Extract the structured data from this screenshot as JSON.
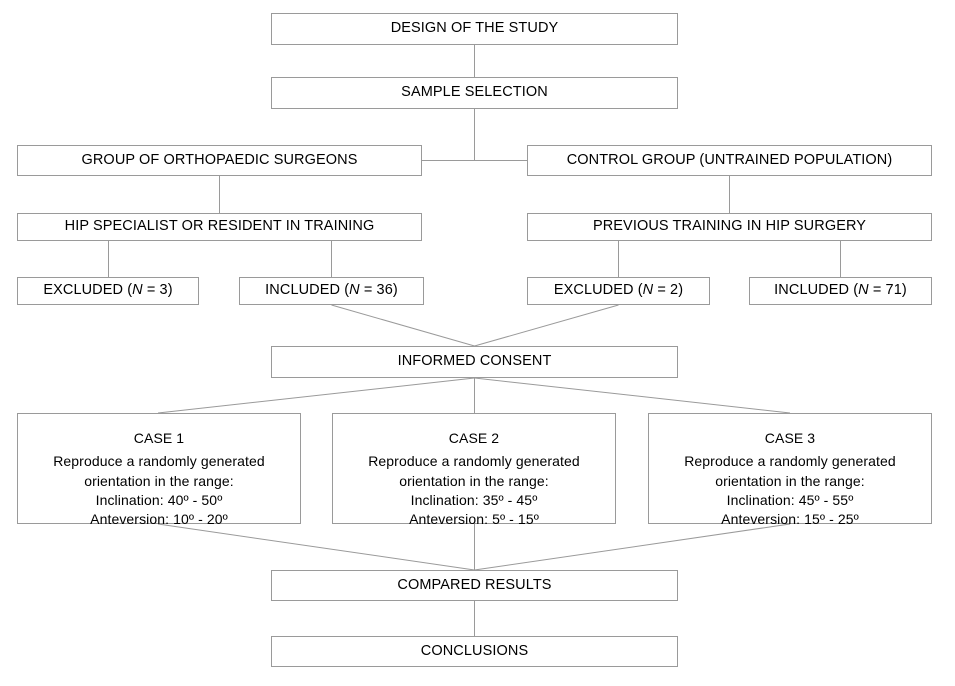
{
  "diagram": {
    "title": "Study design flowchart",
    "type": "flowchart",
    "style": {
      "box_border_color": "#9a9a9a",
      "connector_color": "#9a9a9a",
      "text_color": "#000000",
      "background": "#ffffff"
    },
    "nodes": {
      "design": {
        "label": "DESIGN OF THE STUDY"
      },
      "sample": {
        "label": "SAMPLE SELECTION"
      },
      "group_surgeons": {
        "label": "GROUP OF ORTHOPAEDIC SURGEONS"
      },
      "control_group": {
        "label": "CONTROL GROUP (UNTRAINED POPULATION)"
      },
      "hip_specialist": {
        "label": "HIP SPECIALIST OR RESIDENT IN TRAINING"
      },
      "previous_training": {
        "label": "PREVIOUS TRAINING IN HIP SURGERY"
      },
      "excluded_left": {
        "prefix": "EXCLUDED (",
        "n_symbol": "N",
        "suffix": " = 3)",
        "n_value": 3
      },
      "included_left": {
        "prefix": "INCLUDED (",
        "n_symbol": "N",
        "suffix": " = 36)",
        "n_value": 36
      },
      "excluded_right": {
        "prefix": "EXCLUDED (",
        "n_symbol": "N",
        "suffix": " = 2)",
        "n_value": 2
      },
      "included_right": {
        "prefix": "INCLUDED (",
        "n_symbol": "N",
        "suffix": " = 71)",
        "n_value": 71
      },
      "informed_consent": {
        "label": "INFORMED CONSENT"
      },
      "case1": {
        "title": "CASE 1",
        "line1": "Reproduce a randomly generated",
        "line2": "orientation in the range:",
        "inclination": "Inclination: 40º - 50º",
        "anteversion": "Anteversion: 10º - 20º",
        "inclination_range": [
          40,
          50
        ],
        "anteversion_range": [
          10,
          20
        ]
      },
      "case2": {
        "title": "CASE 2",
        "line1": "Reproduce a randomly generated",
        "line2": "orientation in the range:",
        "inclination": "Inclination: 35º - 45º",
        "anteversion": "Anteversion: 5º - 15º",
        "inclination_range": [
          35,
          45
        ],
        "anteversion_range": [
          5,
          15
        ]
      },
      "case3": {
        "title": "CASE 3",
        "line1": "Reproduce a randomly generated",
        "line2": "orientation in the range:",
        "inclination": "Inclination: 45º - 55º",
        "anteversion": "Anteversion: 15º - 25º",
        "inclination_range": [
          45,
          55
        ],
        "anteversion_range": [
          15,
          25
        ]
      },
      "compared_results": {
        "label": "COMPARED RESULTS"
      },
      "conclusions": {
        "label": "CONCLUSIONS"
      }
    }
  }
}
